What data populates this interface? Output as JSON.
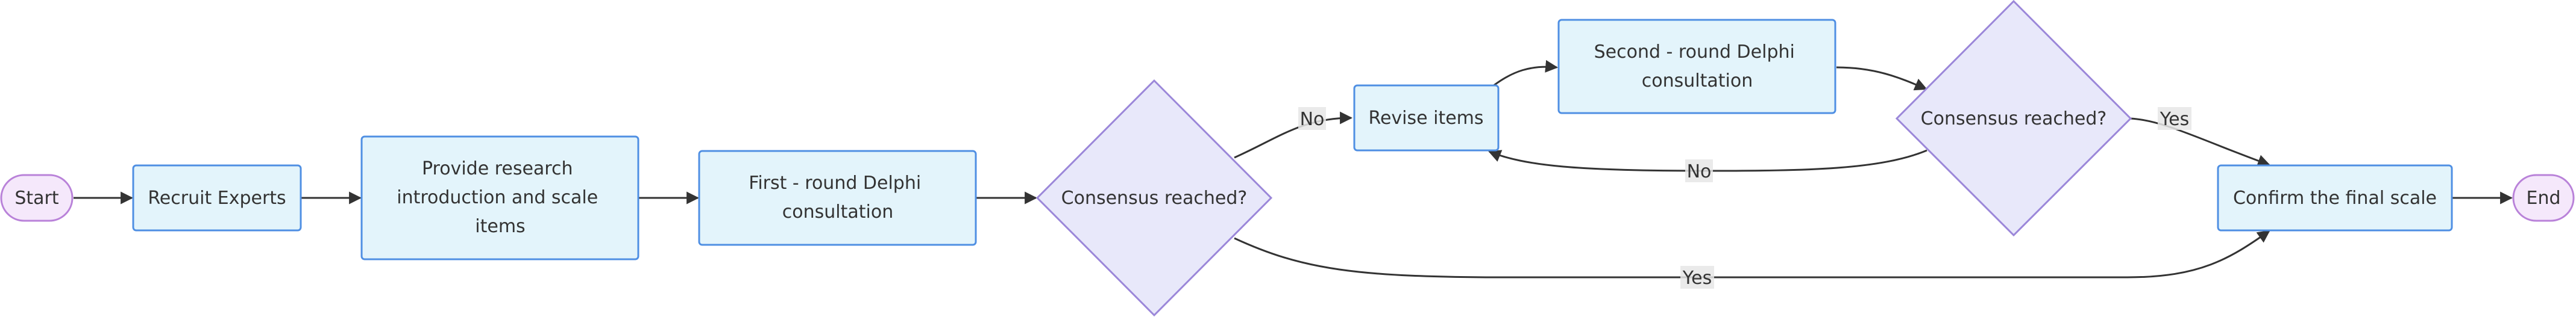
{
  "nodes": {
    "start": "Start",
    "recruit": "Recruit Experts",
    "provide": [
      "Provide research",
      "introduction and scale",
      "items"
    ],
    "first_round": [
      "First - round Delphi",
      "consultation"
    ],
    "consensus1": "Consensus reached?",
    "revise": "Revise items",
    "second_round": [
      "Second - round Delphi",
      "consultation"
    ],
    "consensus2": "Consensus reached?",
    "confirm": "Confirm the final scale",
    "end": "End"
  },
  "edge_labels": {
    "c1_no": "No",
    "c2_yes": "Yes",
    "c2_no": "No",
    "c1_yes": "Yes"
  },
  "colors": {
    "process_fill": "#e3f4fb",
    "process_stroke": "#4f8fe3",
    "decision_fill": "#e8e8fa",
    "decision_stroke": "#9b87d9",
    "terminal_fill": "#f5e8fb",
    "terminal_stroke": "#b982d9",
    "edge": "#333333",
    "label_bg": "#e6e6e6"
  }
}
